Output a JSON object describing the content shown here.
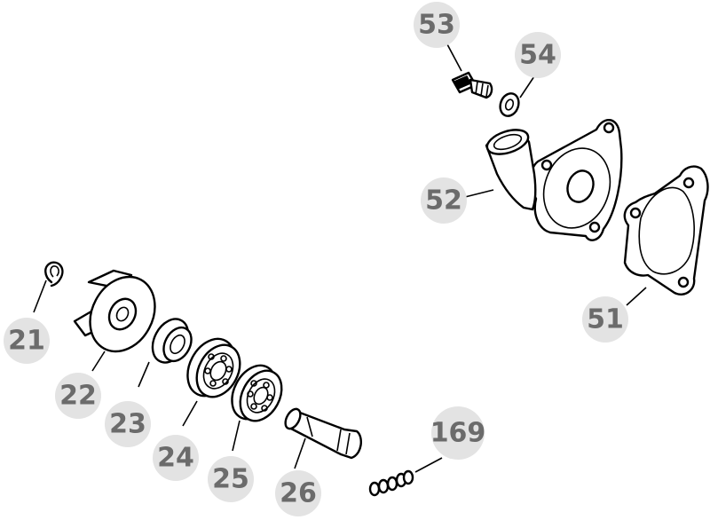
{
  "callouts": [
    {
      "id": "21",
      "label": "21"
    },
    {
      "id": "22",
      "label": "22"
    },
    {
      "id": "23",
      "label": "23"
    },
    {
      "id": "24",
      "label": "24"
    },
    {
      "id": "25",
      "label": "25"
    },
    {
      "id": "26",
      "label": "26"
    },
    {
      "id": "51",
      "label": "51"
    },
    {
      "id": "52",
      "label": "52"
    },
    {
      "id": "53",
      "label": "53"
    },
    {
      "id": "54",
      "label": "54"
    },
    {
      "id": "169",
      "label": "169"
    }
  ]
}
